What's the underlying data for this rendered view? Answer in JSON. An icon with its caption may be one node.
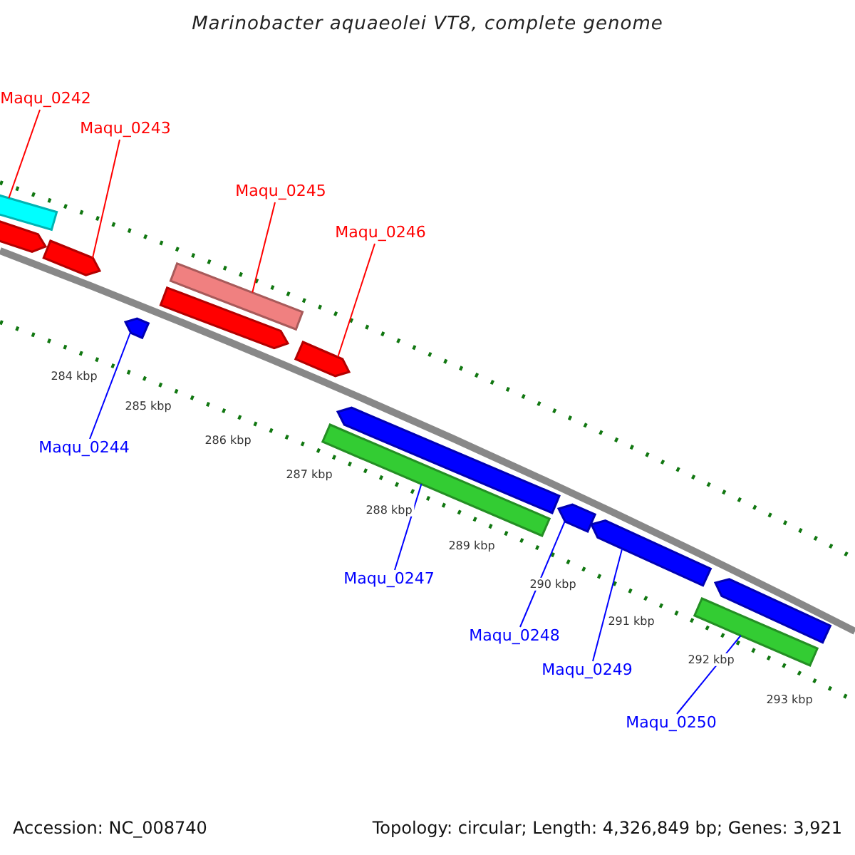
{
  "diagram": {
    "title": "Marinobacter aquaeolei VT8, complete genome",
    "nodes": [
      {
        "text": [
          "Maqu_0242"
        ]
      },
      {
        "text": [],
        "shape": "bar"
      },
      {
        "text": [],
        "shape": "bar"
      },
      {
        "text": [
          "Maqu_0243"
        ]
      },
      {
        "text": [],
        "shape": "bar"
      },
      {
        "text": [
          "Maqu_0245"
        ]
      },
      {
        "text": [],
        "shape": "bar"
      },
      {
        "text": [],
        "shape": "bar"
      },
      {
        "text": [
          "Maqu_0246"
        ]
      },
      {
        "text": [],
        "shape": "bar"
      },
      {
        "text": [
          "Maqu_0244"
        ]
      },
      {
        "text": [],
        "shape": "bar"
      },
      {
        "text": [],
        "shape": "bar"
      },
      {
        "text": [],
        "shape": "bar"
      },
      {
        "text": [
          "Maqu_0247"
        ]
      },
      {
        "text": [
          "Maqu_0248"
        ]
      },
      {
        "text": [],
        "shape": "bar"
      },
      {
        "text": [
          "Maqu_0249"
        ]
      },
      {
        "text": [],
        "shape": "bar"
      },
      {
        "text": [],
        "shape": "bar"
      },
      {
        "text": [],
        "shape": "bar"
      },
      {
        "text": [
          "Maqu_0250"
        ]
      }
    ],
    "edges": [
      {
        "from": 0,
        "to": 1,
        "arrow": "none",
        "color": "#ff0000"
      },
      {
        "from": 3,
        "to": 4,
        "arrow": "none",
        "color": "#ff0000"
      },
      {
        "from": 5,
        "to": 6,
        "arrow": "none",
        "color": "#ff0000"
      },
      {
        "from": 8,
        "to": 9,
        "arrow": "none",
        "color": "#ff0000"
      },
      {
        "from": 10,
        "to": 11,
        "arrow": "none",
        "color": "#0000ff"
      },
      {
        "from": 14,
        "to": 13,
        "arrow": "none",
        "color": "#0000ff"
      },
      {
        "from": 15,
        "to": 16,
        "arrow": "none",
        "color": "#0000ff"
      },
      {
        "from": 17,
        "to": 18,
        "arrow": "none",
        "color": "#0000ff"
      },
      {
        "from": 21,
        "to": 19,
        "arrow": "none",
        "color": "#0000ff"
      }
    ],
    "labels": [
      "284 kbp",
      "285 kbp",
      "286 kbp",
      "287 kbp",
      "288 kbp",
      "289 kbp",
      "290 kbp",
      "291 kbp",
      "292 kbp",
      "293 kbp",
      "Accession: NC_008740",
      "Topology: circular; Length: 4,326,849 bp; Genes: 3,921"
    ]
  }
}
